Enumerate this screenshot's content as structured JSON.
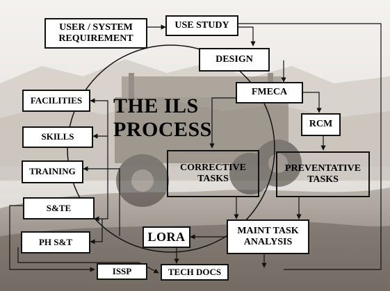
{
  "title": {
    "line1": "THE ILS",
    "line2": "PROCESS"
  },
  "nodes": {
    "user_req": "USER / SYSTEM REQUIREMENT",
    "use_study": "USE STUDY",
    "design": "DESIGN",
    "fmeca": "FMECA",
    "rcm": "RCM",
    "corrective": "CORRECTIVE TASKS",
    "preventative": "PREVENTATIVE TASKS",
    "maint_task": "MAINT TASK ANALYSIS",
    "lora": "LORA",
    "tech_docs": "TECH DOCS",
    "issp": "ISSP",
    "facilities": "FACILITIES",
    "skills": "SKILLS",
    "training": "TRAINING",
    "ste": "S&TE",
    "ph_st": "PH S&T"
  },
  "colors": {
    "box_fill": "#ffffff",
    "box_border": "#111111",
    "arrow": "#111111",
    "circle": "#111111"
  }
}
